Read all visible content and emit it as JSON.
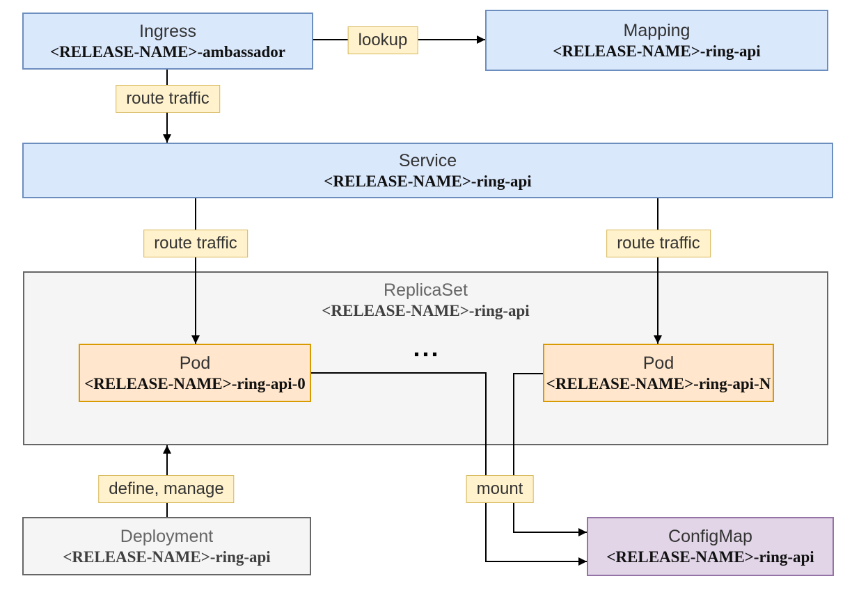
{
  "nodes": {
    "ingress": {
      "title": "Ingress",
      "subtitle": "<RELEASE-NAME>-ambassador"
    },
    "mapping": {
      "title": "Mapping",
      "subtitle": "<RELEASE-NAME>-ring-api"
    },
    "service": {
      "title": "Service",
      "subtitle": "<RELEASE-NAME>-ring-api"
    },
    "replicaset": {
      "title": "ReplicaSet",
      "subtitle": "<RELEASE-NAME>-ring-api"
    },
    "pod_0": {
      "title": "Pod",
      "subtitle": "<RELEASE-NAME>-ring-api-0"
    },
    "pod_n": {
      "title": "Pod",
      "subtitle": "<RELEASE-NAME>-ring-api-N"
    },
    "deployment": {
      "title": "Deployment",
      "subtitle": "<RELEASE-NAME>-ring-api"
    },
    "configmap": {
      "title": "ConfigMap",
      "subtitle": "<RELEASE-NAME>-ring-api"
    }
  },
  "edge_labels": {
    "lookup": "lookup",
    "route_traffic_ingress": "route traffic",
    "route_traffic_pod_0": "route traffic",
    "route_traffic_pod_n": "route traffic",
    "define_manage": "define, manage",
    "mount": "mount"
  },
  "ellipsis": "...",
  "colors": {
    "node_blue_fill": "#dae8fc",
    "node_blue_border": "#6c8ebf",
    "node_orange_fill": "#ffe6cc",
    "node_orange_border": "#d79b00",
    "node_purple_fill": "#e1d5e7",
    "node_purple_border": "#9673a6",
    "node_gray_fill": "#f5f5f5",
    "node_gray_border": "#666666",
    "label_fill": "#fff2cc",
    "label_border": "#d6b656",
    "edge_color": "#000000"
  }
}
